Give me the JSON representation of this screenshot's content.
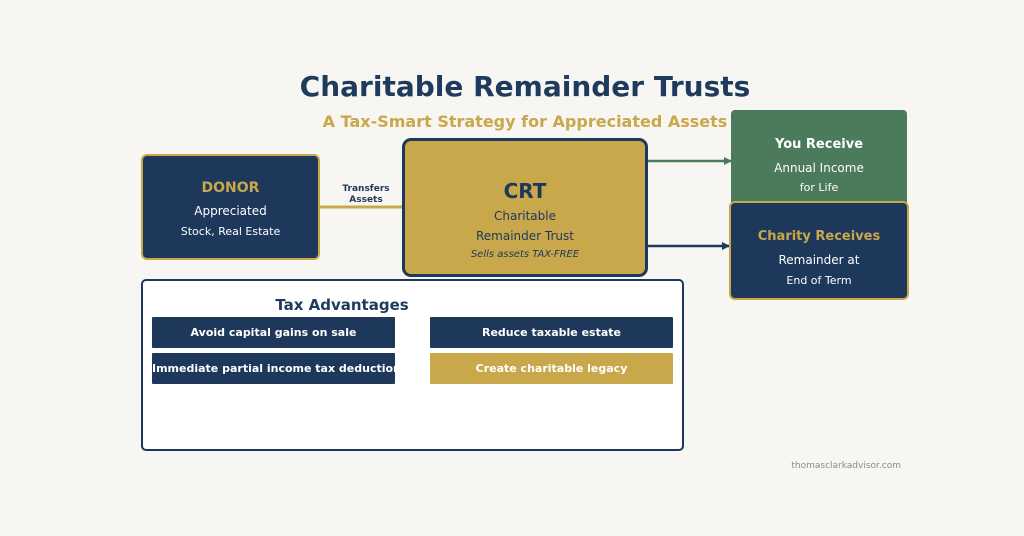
{
  "header": {
    "title": "Charitable Remainder Trusts",
    "subtitle": "A Tax-Smart Strategy for Appreciated Assets"
  },
  "donor": {
    "heading": "DONOR",
    "line1": "Appreciated",
    "line2": "Stock, Real Estate"
  },
  "transfer": {
    "line1": "Transfers",
    "line2": "Assets"
  },
  "crt": {
    "heading": "CRT",
    "line1": "Charitable",
    "line2": "Remainder Trust",
    "note": "Sells assets TAX-FREE"
  },
  "you_receive": {
    "heading": "You Receive",
    "line1": "Annual Income",
    "line2": "for Life"
  },
  "charity": {
    "heading": "Charity Receives",
    "line1": "Remainder at",
    "line2": "End of Term"
  },
  "tax": {
    "title": "Tax Advantages",
    "items": [
      "Avoid capital gains on sale",
      "Reduce taxable estate",
      "Immediate partial income tax deduction",
      "Create charitable legacy"
    ]
  },
  "footer": {
    "site": "thomasclarkadvisor.com"
  },
  "colors": {
    "navy": "#1d385b",
    "gold": "#c9a74b",
    "green": "#4b7b5b",
    "background": "#f7f6f2"
  }
}
